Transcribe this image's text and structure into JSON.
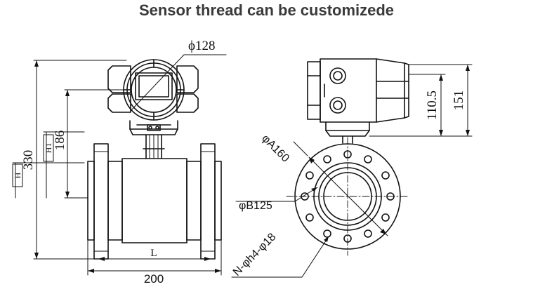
{
  "title": "Sensor thread can be customizede",
  "front_view": {
    "dim_phi128": "ϕ128",
    "dim_186": "186",
    "dim_330": "330",
    "dim_H1": "H1",
    "dim_H": "H",
    "dim_L": "L",
    "dim_200": "200"
  },
  "side_view": {
    "dim_110_5": "110.5",
    "dim_151": "151",
    "dim_phiA160": "φA160",
    "dim_phiB125": "φB125",
    "dim_holes": "N-φh4-φ18"
  },
  "colors": {
    "ink": "#111111",
    "title": "#3a3a3a"
  }
}
